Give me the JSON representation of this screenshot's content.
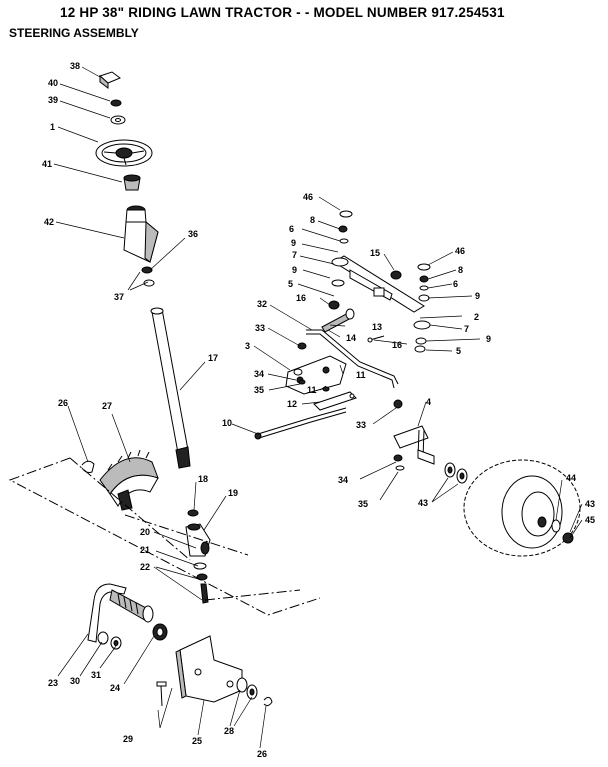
{
  "header": {
    "title": "12 HP 38\" RIDING LAWN TRACTOR - - MODEL NUMBER 917.254531",
    "subtitle": "STEERING ASSEMBLY"
  },
  "callouts": [
    {
      "id": "c38",
      "label": "38"
    },
    {
      "id": "c40",
      "label": "40"
    },
    {
      "id": "c39",
      "label": "39"
    },
    {
      "id": "c1",
      "label": "1"
    },
    {
      "id": "c41",
      "label": "41"
    },
    {
      "id": "c42",
      "label": "42"
    },
    {
      "id": "c36",
      "label": "36"
    },
    {
      "id": "c37",
      "label": "37"
    },
    {
      "id": "c17",
      "label": "17"
    },
    {
      "id": "c26a",
      "label": "26"
    },
    {
      "id": "c27",
      "label": "27"
    },
    {
      "id": "c18",
      "label": "18"
    },
    {
      "id": "c19",
      "label": "19"
    },
    {
      "id": "c20",
      "label": "20"
    },
    {
      "id": "c21",
      "label": "21"
    },
    {
      "id": "c22",
      "label": "22"
    },
    {
      "id": "c23",
      "label": "23"
    },
    {
      "id": "c30",
      "label": "30"
    },
    {
      "id": "c31",
      "label": "31"
    },
    {
      "id": "c24",
      "label": "24"
    },
    {
      "id": "c29",
      "label": "29"
    },
    {
      "id": "c25",
      "label": "25"
    },
    {
      "id": "c28",
      "label": "28"
    },
    {
      "id": "c26b",
      "label": "26"
    },
    {
      "id": "c46a",
      "label": "46"
    },
    {
      "id": "c8a",
      "label": "8"
    },
    {
      "id": "c6a",
      "label": "6"
    },
    {
      "id": "c9a",
      "label": "9"
    },
    {
      "id": "c7a",
      "label": "7"
    },
    {
      "id": "c9b",
      "label": "9"
    },
    {
      "id": "c5a",
      "label": "5"
    },
    {
      "id": "c16a",
      "label": "16"
    },
    {
      "id": "c15",
      "label": "15"
    },
    {
      "id": "c46b",
      "label": "46"
    },
    {
      "id": "c8b",
      "label": "8"
    },
    {
      "id": "c6b",
      "label": "6"
    },
    {
      "id": "c9c",
      "label": "9"
    },
    {
      "id": "c2",
      "label": "2"
    },
    {
      "id": "c7b",
      "label": "7"
    },
    {
      "id": "c9d",
      "label": "9"
    },
    {
      "id": "c5b",
      "label": "5"
    },
    {
      "id": "c16b",
      "label": "16"
    },
    {
      "id": "c13",
      "label": "13"
    },
    {
      "id": "c14",
      "label": "14"
    },
    {
      "id": "c32",
      "label": "32"
    },
    {
      "id": "c33a",
      "label": "33"
    },
    {
      "id": "c3",
      "label": "3"
    },
    {
      "id": "c34a",
      "label": "34"
    },
    {
      "id": "c35a",
      "label": "35"
    },
    {
      "id": "c11a",
      "label": "11"
    },
    {
      "id": "c11b",
      "label": "11"
    },
    {
      "id": "c12",
      "label": "12"
    },
    {
      "id": "c10",
      "label": "10"
    },
    {
      "id": "c33b",
      "label": "33"
    },
    {
      "id": "c4",
      "label": "4"
    },
    {
      "id": "c34b",
      "label": "34"
    },
    {
      "id": "c35b",
      "label": "35"
    },
    {
      "id": "c43a",
      "label": "43"
    },
    {
      "id": "c44",
      "label": "44"
    },
    {
      "id": "c43b",
      "label": "43"
    },
    {
      "id": "c45",
      "label": "45"
    }
  ]
}
